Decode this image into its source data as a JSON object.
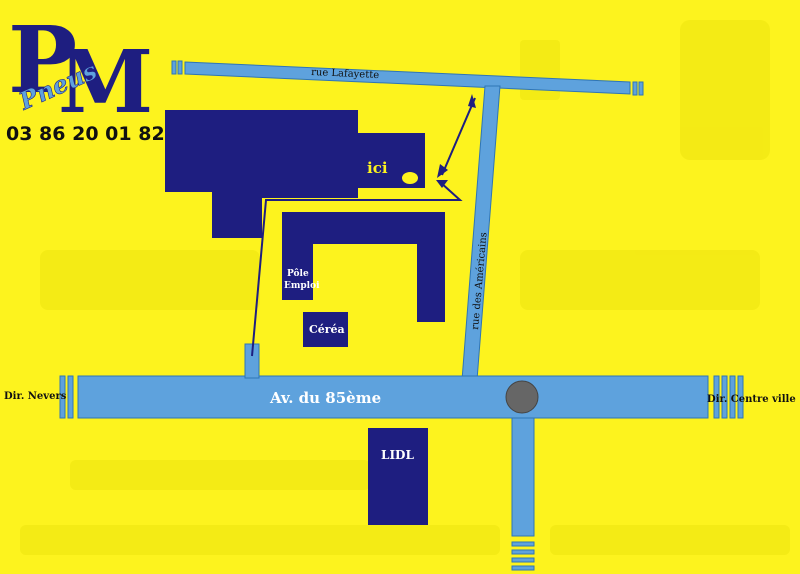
{
  "logo": {
    "initials": "PM",
    "brand": "Pneus",
    "phone": "03 86 20 01 82"
  },
  "streets": {
    "top": "rue Lafayette",
    "right": "rue des Américains",
    "main": "Av. du 85ème"
  },
  "directions": {
    "left": "Dir. Nevers",
    "right": "Dir. Centre ville"
  },
  "places": {
    "here": "ici",
    "employment": [
      "Pôle",
      "Emploi"
    ],
    "cerea": "Céréa",
    "lidl": "LIDL"
  },
  "colors": {
    "background": "#FDF31E",
    "road": "#5EA2DD",
    "building": "#1E1E80",
    "marker": "#FDF31E",
    "roundabout": "#666666"
  }
}
